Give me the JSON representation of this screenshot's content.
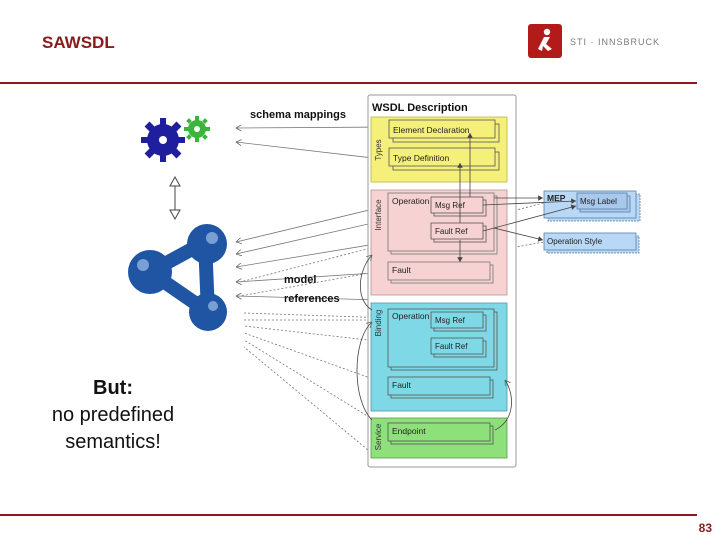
{
  "slide": {
    "title": "SAWSDL",
    "page_number": "83",
    "logo_text": "STI · INNSBRUCK",
    "caption": {
      "line1": "But:",
      "line2": "no predefined",
      "line3": "semantics!"
    }
  },
  "diagram": {
    "labels": {
      "schema_mappings": "schema mappings",
      "model": "model",
      "references": "references",
      "wsdl_description": "WSDL Description"
    },
    "sections": {
      "types": "Types",
      "interface": "Interface",
      "binding": "Binding",
      "service": "Service"
    },
    "boxes": {
      "element_declaration": "Element Declaration",
      "type_definition": "Type Definition",
      "operation": "Operation",
      "msg_ref": "Msg Ref",
      "fault_ref": "Fault Ref",
      "fault": "Fault",
      "binding_operation": "Operation",
      "binding_msg_ref": "Msg Ref",
      "binding_fault_ref": "Fault Ref",
      "binding_fault": "Fault",
      "endpoint": "Endpoint",
      "mep": "MEP",
      "msg_label": "Msg Label",
      "operation_style": "Operation Style"
    },
    "colors": {
      "types": "#f5f07a",
      "interface": "#f6d2d2",
      "binding": "#7fd8e6",
      "service": "#8ee07a",
      "mep_box": "#b8d8f6",
      "gear_blue": "#1f1f9e",
      "gear_green": "#3cb43c",
      "molecule": "#1f55a3"
    }
  }
}
